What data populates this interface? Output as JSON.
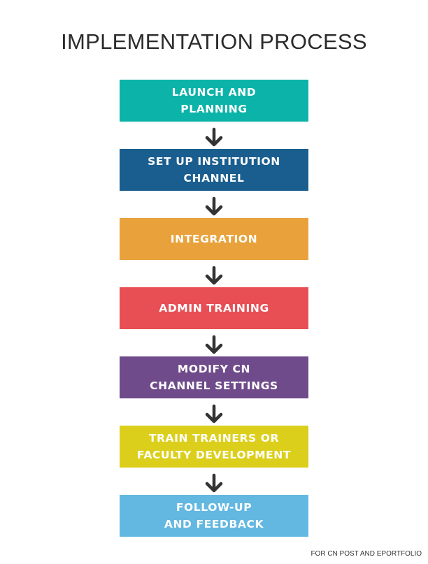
{
  "title": "IMPLEMENTATION PROCESS",
  "steps": [
    {
      "label": "LAUNCH AND\nPLANNING",
      "color": "#0bb3a9"
    },
    {
      "label": "SET UP INSTITUTION\nCHANNEL",
      "color": "#1a5e8f"
    },
    {
      "label": "INTEGRATION",
      "color": "#e9a23b"
    },
    {
      "label": "ADMIN TRAINING",
      "color": "#e74f54"
    },
    {
      "label": "MODIFY CN\nCHANNEL SETTINGS",
      "color": "#6f4b8b"
    },
    {
      "label": "TRAIN TRAINERS OR\nFACULTY DEVELOPMENT",
      "color": "#dccf1c"
    },
    {
      "label": "FOLLOW-UP\nAND FEEDBACK",
      "color": "#63b8e1"
    }
  ],
  "arrow_icon": "arrow-down-icon",
  "arrow_color": "#333333",
  "footer": "FOR CN POST AND EPORTFOLIO"
}
